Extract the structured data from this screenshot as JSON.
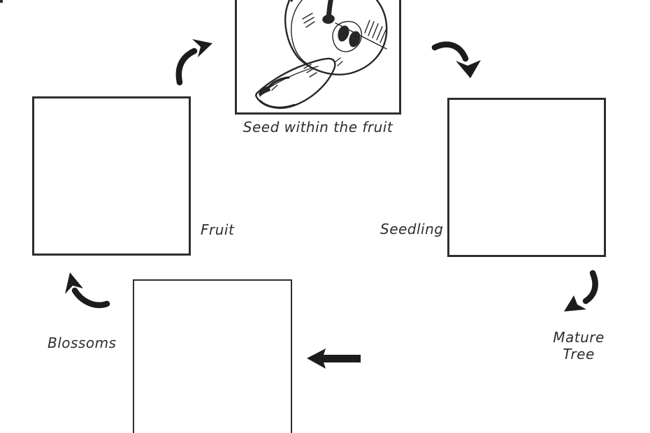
{
  "canvas": {
    "background": "#ffffff",
    "ink": "#1c1c1c",
    "border_color": "#2e2e2e",
    "text_color": "#2e2e2e"
  },
  "nodes": {
    "seed": {
      "label": "Seed within the fruit",
      "illustration": "apple-sketch"
    },
    "seedling": {
      "label": "Seedling"
    },
    "mature_tree": {
      "line1": "Mature",
      "line2": "Tree"
    },
    "blossoms": {
      "label": "Blossoms"
    },
    "fruit": {
      "label": "Fruit"
    }
  },
  "arrows": [
    {
      "name": "fruit-to-seed",
      "from": "Fruit",
      "to": "Seed within the fruit",
      "shape": "curved"
    },
    {
      "name": "seed-to-seedling",
      "from": "Seed within the fruit",
      "to": "Seedling",
      "shape": "curved"
    },
    {
      "name": "seedling-to-mature-tree",
      "from": "Seedling",
      "to": "Mature Tree",
      "shape": "curved"
    },
    {
      "name": "mature-tree-to-blossoms",
      "from": "Mature Tree",
      "to": "Blossoms",
      "shape": "straight"
    },
    {
      "name": "blossoms-to-fruit",
      "from": "Blossoms",
      "to": "Fruit",
      "shape": "curved"
    }
  ]
}
